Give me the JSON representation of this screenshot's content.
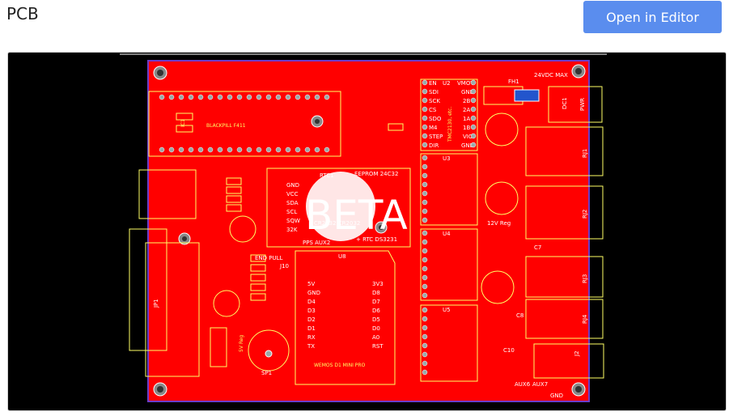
{
  "header": {
    "title": "PCB",
    "open_button": "Open in Editor"
  },
  "board": {
    "watermark": "BETA",
    "labels": {
      "blackpill": "BLACKPILL F411",
      "ic1": "IC1",
      "eeprom": "EEPROM 24C32",
      "rtc1": "RTC1",
      "rtc_chip": "+ RTC DS3231",
      "cr": "CR2032 CR2032",
      "pps": "PPS AUX2",
      "end_pull": "END PULL",
      "j10": "J10",
      "u8": "U8",
      "wemos": "WEMOS D1 MINI PRO",
      "reg5v": "5V Reg",
      "sp1": "SP1",
      "jp1": "JP1",
      "fh1": "FH1",
      "supply": "24VDC MAX",
      "dc1": "DC1",
      "pwr": "PWR",
      "rj1": "RJ1",
      "rj2": "RJ2",
      "rj3": "RJ3",
      "rj4": "RJ4",
      "reg12v": "12V Reg",
      "c7": "C7",
      "c8": "C8",
      "c10": "C10",
      "j2": "J2",
      "aux6": "AUX6",
      "aux7": "AUX7",
      "gnd": "GND",
      "u2": "U2",
      "u3": "U3",
      "u4": "U4",
      "u5": "U5",
      "tmc": "TMC2130, etc."
    },
    "rtc_pins": [
      "GND",
      "VCC",
      "SDA",
      "SCL",
      "SQW",
      "32K"
    ],
    "driver_left_pins": [
      "EN",
      "SDI",
      "SCK",
      "CS",
      "SDO",
      "M4",
      "STEP",
      "DIR"
    ],
    "driver_right_pins": [
      "VMOT",
      "GND",
      "2B",
      "2A",
      "1A",
      "1B",
      "VIO",
      "GND"
    ],
    "wemos_left_pins": [
      "5V",
      "GND",
      "D4",
      "D3",
      "D2",
      "D1",
      "RX",
      "TX"
    ],
    "wemos_right_pins": [
      "3V3",
      "D8",
      "D7",
      "D6",
      "D5",
      "D0",
      "A0",
      "RST"
    ]
  }
}
